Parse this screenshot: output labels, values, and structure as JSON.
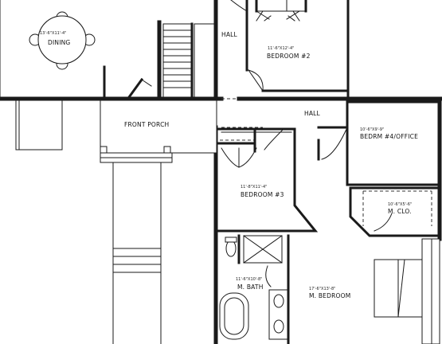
{
  "rooms": {
    "dining": {
      "name": "DINING",
      "dims": "13'-6\"X11'-4\""
    },
    "bedroom2": {
      "name": "BEDROOM #2",
      "dims": "11'-6\"X12'-4\""
    },
    "hall_upper": {
      "name": "HALL"
    },
    "hall_main": {
      "name": "HALL"
    },
    "front_porch": {
      "name": "FRONT PORCH"
    },
    "bedroom4": {
      "name": "BEDRM #4/OFFICE",
      "dims": "10'-6\"X9'-9\""
    },
    "bedroom3": {
      "name": "BEDROOM #3",
      "dims": "11'-8\"X11'-4\""
    },
    "mclo": {
      "name": "M. CLO.",
      "dims": "10'-6\"X5'-6\""
    },
    "mbath": {
      "name": "M. BATH",
      "dims": "11'-6\"X10'-8\""
    },
    "mbedroom": {
      "name": "M. BEDROOM",
      "dims": "17'-6\"X13'-8\""
    }
  }
}
